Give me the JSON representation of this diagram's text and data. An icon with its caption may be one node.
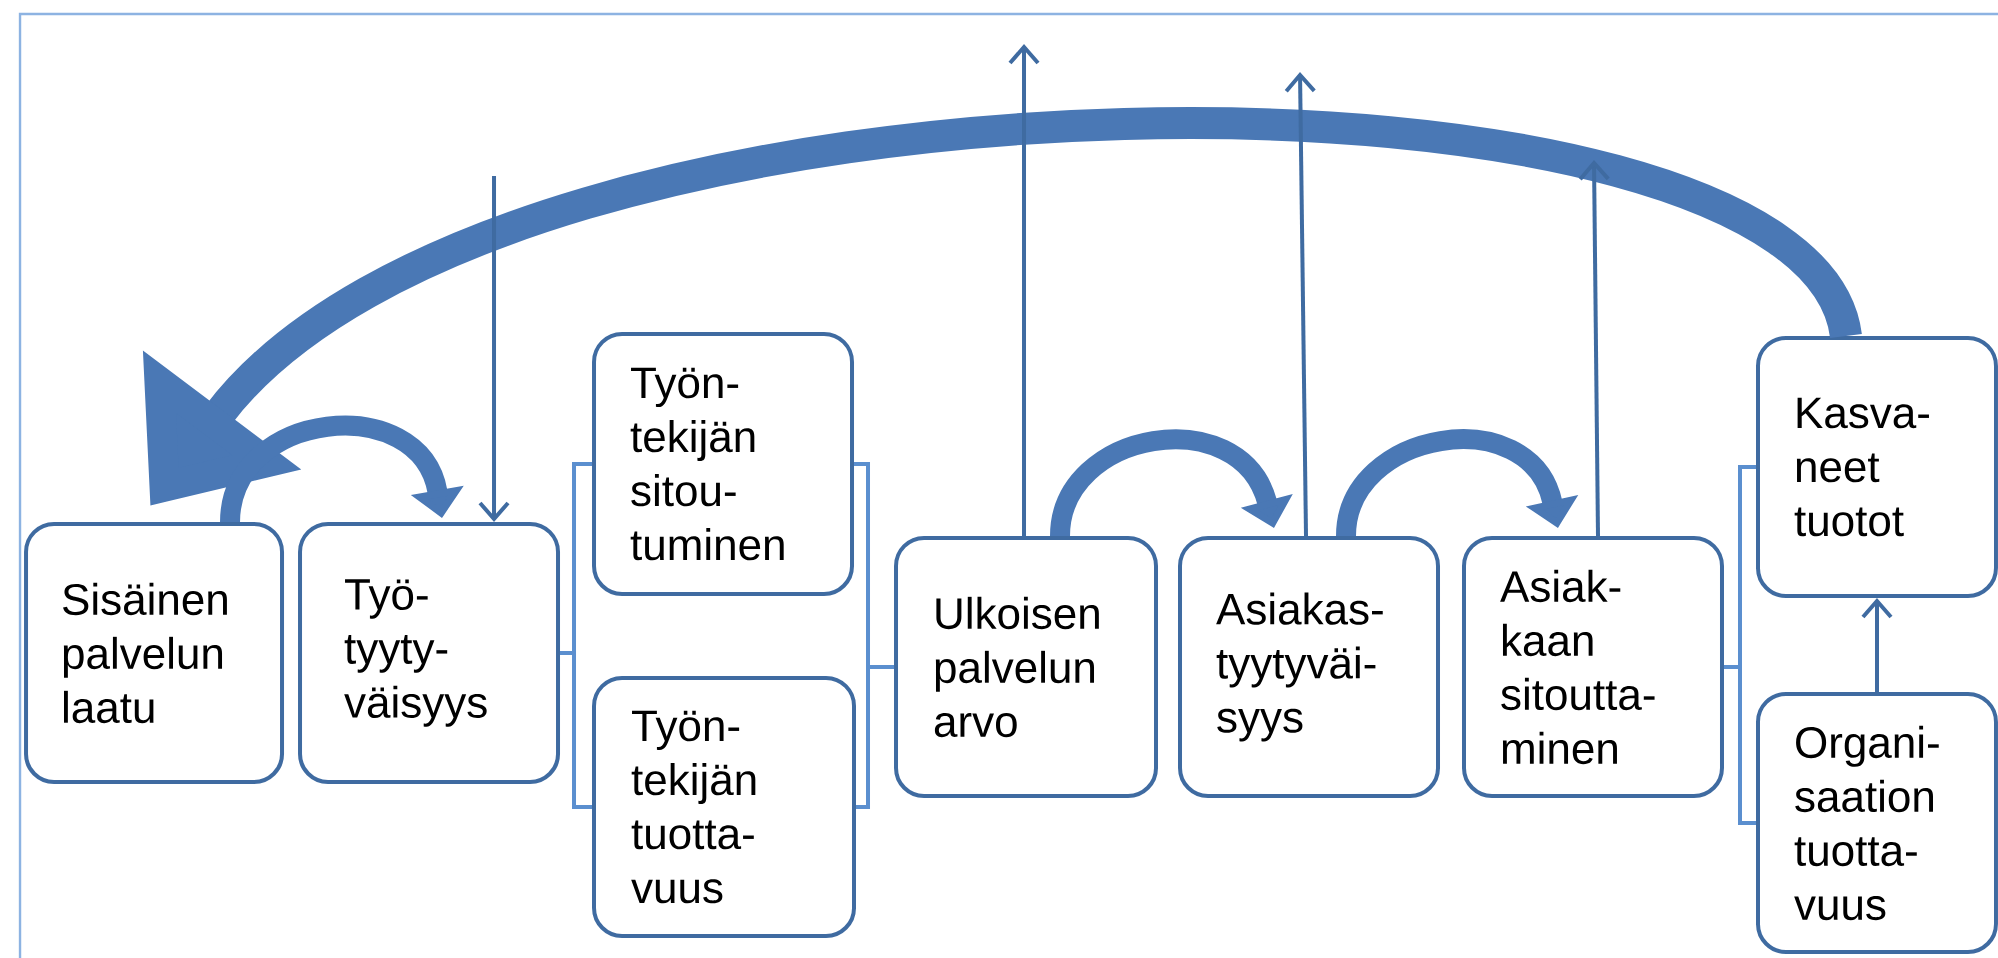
{
  "diagram": {
    "nodes": [
      {
        "text": [
          "Sisäinen palvelun laatu"
        ]
      },
      {
        "text": [
          "Työ- tyyty- väisyys"
        ]
      },
      {
        "text": [
          "Työn- tekijän sitou- tuminen"
        ]
      },
      {
        "text": [
          "Työn- tekijän tuotta- vuus"
        ]
      },
      {
        "text": [
          "Ulkoisen palvelun arvo"
        ]
      },
      {
        "text": [
          "Asiakas- tyytyväi- syys"
        ]
      },
      {
        "text": [
          "Asiak- kaan sitoutta- minen"
        ]
      },
      {
        "text": [
          "Kasva- neet tuotot"
        ]
      },
      {
        "text": [
          "Organi- saation tuotta- vuus"
        ]
      }
    ],
    "edges": [
      {
        "from": 7,
        "to": 0,
        "arrow": "to",
        "style": "thick"
      },
      {
        "from": 0,
        "to": 1,
        "arrow": "to",
        "style": "thick"
      },
      {
        "from": null,
        "to": 1,
        "arrow": "to"
      },
      {
        "from": 1,
        "to": 2,
        "arrow": "none",
        "color": "#5b8fcf"
      },
      {
        "from": 1,
        "to": 3,
        "arrow": "none",
        "color": "#5b8fcf"
      },
      {
        "from": 2,
        "to": 4,
        "arrow": "none",
        "color": "#5b8fcf"
      },
      {
        "from": 3,
        "to": 4,
        "arrow": "none",
        "color": "#5b8fcf"
      },
      {
        "from": 4,
        "to": null,
        "arrow": "to"
      },
      {
        "from": 4,
        "to": 5,
        "arrow": "to",
        "style": "thick"
      },
      {
        "from": 5,
        "to": null,
        "arrow": "to"
      },
      {
        "from": 5,
        "to": 6,
        "arrow": "to",
        "style": "thick"
      },
      {
        "from": 6,
        "to": null,
        "arrow": "to"
      },
      {
        "from": 6,
        "to": 7,
        "arrow": "none",
        "color": "#5b8fcf"
      },
      {
        "from": 6,
        "to": 8,
        "arrow": "none",
        "color": "#5b8fcf"
      },
      {
        "from": 8,
        "to": 7,
        "arrow": "to"
      }
    ]
  }
}
